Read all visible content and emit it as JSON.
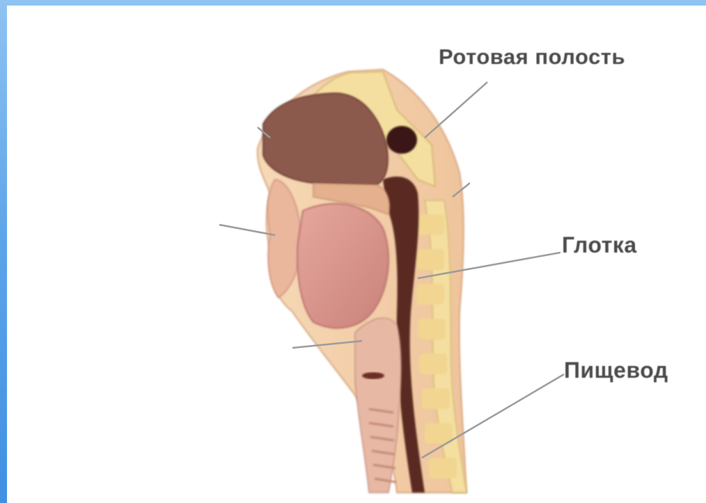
{
  "labels": {
    "oral_cavity": "Ротовая полость",
    "pharynx": "Глотка",
    "esophagus": "Пищевод"
  },
  "colors": {
    "background_blue": "#4f9ae6",
    "skin": "#f3cfa7",
    "skin_shadow": "#e7b48a",
    "nasal_cavity": "#8c5a4e",
    "airway_dark": "#5a2a22",
    "tongue": "#d9948a",
    "bone": "#f4dfa0",
    "leader_line": "#9a9a9a",
    "label_text": "#4a4a4a"
  }
}
